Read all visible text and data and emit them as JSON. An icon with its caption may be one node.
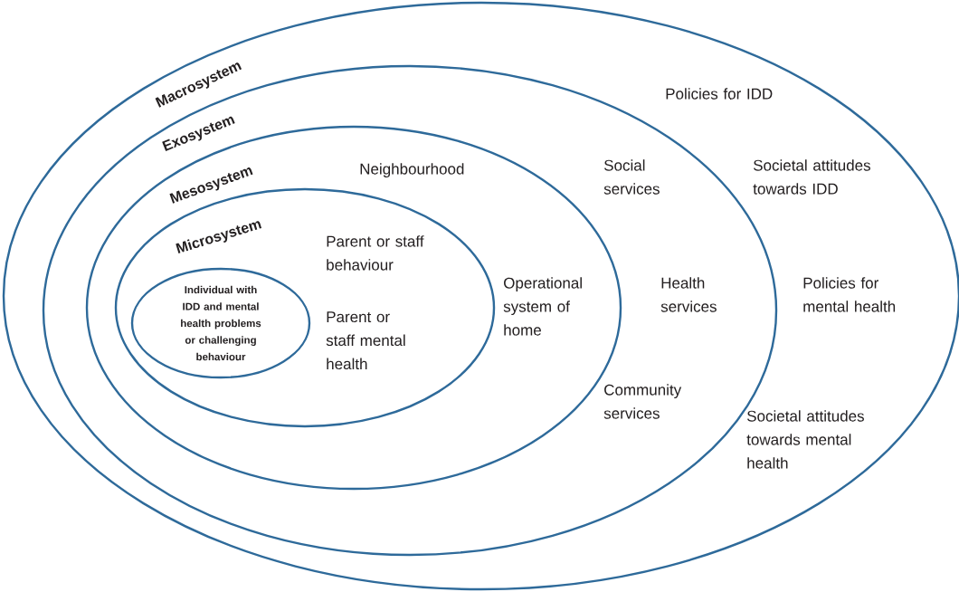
{
  "diagram": {
    "nodes": [
      {
        "text": [
          "Macrosystem",
          "Policies for IDD",
          "Societal attitudes towards IDD",
          "Policies for mental health",
          "Societal attitudes towards mental health"
        ]
      },
      {
        "text": [
          "Exosystem",
          "Social services",
          "Health services",
          "Community services"
        ],
        "in": 0
      },
      {
        "text": [
          "Mesosystem",
          "Neighbourhood",
          "Operational system of home"
        ],
        "in": 1
      },
      {
        "text": [
          "Microsystem",
          "Parent or staff behaviour",
          "Parent or staff mental health"
        ],
        "in": 2
      },
      {
        "text": [
          "Individual with IDD and mental health problems or challenging behaviour"
        ],
        "in": 3
      }
    ]
  }
}
